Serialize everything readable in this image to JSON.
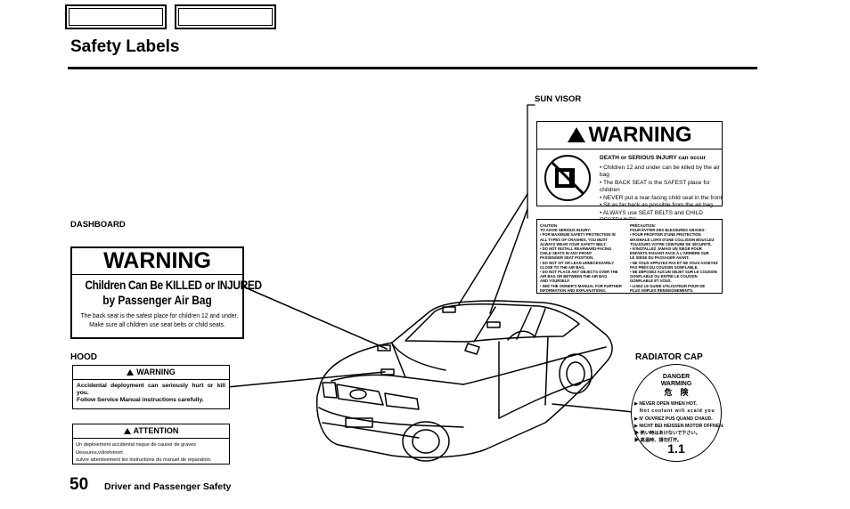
{
  "page": {
    "title": "Safety Labels",
    "page_number": "50",
    "footer_title": "Driver and Passenger Safety"
  },
  "sun_visor": {
    "label": "SUN VISOR",
    "header": "WARNING",
    "heading": "DEATH or SERIOUS INJURY can occur",
    "bullets": [
      "• Children 12 and under can be killed by the air bag",
      "• The BACK SEAT is the SAFEST place for children",
      "• NEVER put a rear-facing child seat in the front",
      "• Sit as far back as possible from the air bag",
      "• ALWAYS use SEAT BELTS and CHILD RESTRAINTS"
    ],
    "caution_en": {
      "title": "CAUTION",
      "lines": [
        "TO AVOID SERIOUS INJURY:",
        "• FOR MAXIMUM SAFETY PROTECTION IN",
        "  ALL TYPES OF CRASHES, YOU MUST",
        "  ALWAYS WEAR YOUR SAFETY BELT.",
        "• DO NOT INSTALL REARWARD-FACING",
        "  CHILD SEATS IN ANY FRONT",
        "  PASSENGER SEAT POSITION.",
        "• DO NOT SIT OR LEAN UNNECESSARILY",
        "  CLOSE TO THE AIR BAG.",
        "• DO NOT PLACE ANY OBJECTS OVER THE",
        "  AIR BAG OR BETWEEN THE AIR BAG",
        "  AND YOURSELF.",
        "• SEE THE OWNER'S MANUAL FOR FURTHER",
        "  INFORMATION AND EXPLANATIONS."
      ]
    },
    "caution_fr": {
      "title": "PRÉCAUTION:",
      "lines": [
        "POUR ÉVITER DES BLESSURES GRAVES:",
        "• POUR PROFITER D'UNE PROTECTION",
        "  MAXIMALE LORS D'UNE COLLISION BOUCLEZ",
        "  TOUJOURS VOTRE CEINTURE DE SÉCURITÉ.",
        "• N'INSTALLEZ JAMAIS UN SIÈGE POUR",
        "  ENFANTS FAISANT FACE À L'ARRIÈRE SUR",
        "  LE SIÈGE DU PASSAGER AVANT.",
        "• NE VOUS APPUYEZ PAS ET NE VOUS ASSEYEZ",
        "  PAS PRÈS DU COUSSIN GONFLABLE.",
        "• NE DÉPOSEZ AUCUN OBJET SUR LE COUSSIN",
        "  GONFLABLE OU ENTRE LE COUSSIN",
        "  GONFLABLE ET VOUS.",
        "• LISEZ LE GUIDE UTILISATEUR POUR DE",
        "  PLUS AMPLES RENSEIGNEMENTS."
      ]
    }
  },
  "dashboard": {
    "label": "DASHBOARD",
    "header": "WARNING",
    "line1": "Children Can Be KILLED or INJURED",
    "line2": "by Passenger Air Bag",
    "note1": "The back seat is the safest place for children 12 and under.",
    "note2": "Make sure all children use seat belts or child seats."
  },
  "hood": {
    "label": "HOOD",
    "warning_title": "WARNING",
    "warning_text": "Accidental deployment can seriously hurt or kill you.",
    "warning_text2": "Follow Service Manual instructions carefully.",
    "attention_title": "ATTENTION",
    "attention_text1": "Un deploiement accidental risque de causer de graves",
    "attention_text2": "Uessures,volrehimort",
    "attention_text3": "suivre attentivement les instructions du manuel de reparation."
  },
  "radiator_cap": {
    "label": "RADIATOR CAP",
    "line1": "DANGER",
    "line2": "WARMING",
    "line3": "危　険",
    "rows": [
      "▶ NEVER OPEN WHEN HOT.",
      "Not coolant will scald you",
      "▶ N' OUVREZ PUS QUAND CHAUD.",
      "▶ NICHT BEI HEISSEN MOTOR OFFNEN.",
      "▶ 熱い時はあけないで下さい。",
      "▶ 高温時、請勿打开。"
    ],
    "rating": "1.1"
  },
  "colors": {
    "ink": "#000000",
    "paper": "#ffffff"
  }
}
